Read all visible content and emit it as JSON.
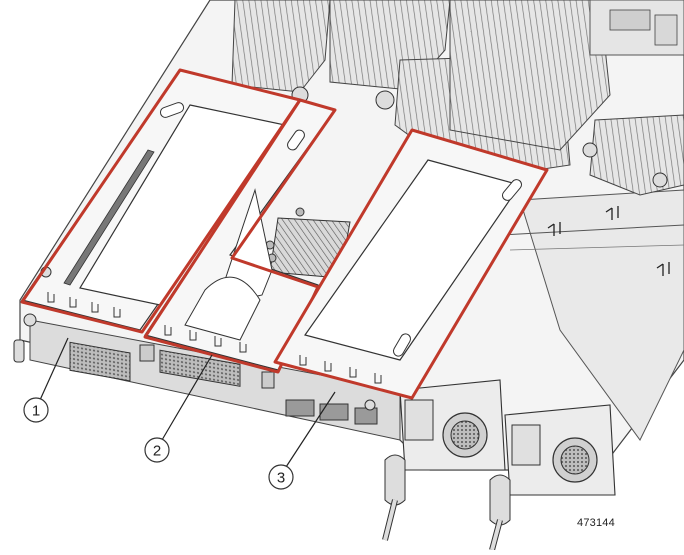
{
  "figure": {
    "figure_number": "473144",
    "callouts": [
      {
        "label": "1",
        "name": "riser-cage-1"
      },
      {
        "label": "2",
        "name": "riser-cage-2"
      },
      {
        "label": "3",
        "name": "riser-cage-3"
      }
    ]
  },
  "colors": {
    "highlight": "#c0392b",
    "line": "#333333",
    "metal_light": "#f2f2f2",
    "metal_mid": "#cfcfcf",
    "metal_dark": "#8a8a8a"
  }
}
